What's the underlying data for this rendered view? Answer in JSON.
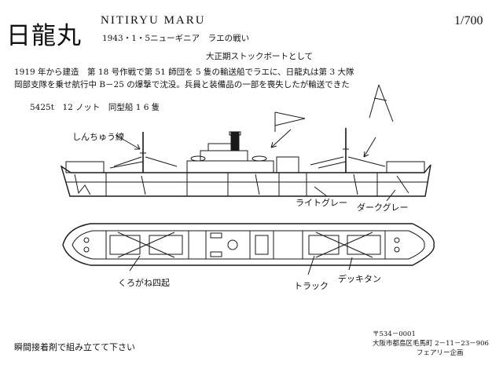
{
  "header": {
    "title_jp": "日龍丸",
    "title_en": "NITIRYU    MARU",
    "date_event": "1943・1・5ニューギニア　ラエの戦い",
    "scale": "1/700"
  },
  "description": {
    "heading": "大正期ストックボートとして",
    "line1": "1919 年から建造　第 18 号作戦で第 51 師団を 5 隻の輸送船でラエに、日龍丸は第 3 大隊",
    "line2": "岡部支隊を乗せ航行中 B－25 の爆撃で沈没。兵員と装備品の一部を喪失したが輸送できた"
  },
  "specs": "5425t　12 ノット　同型船 1 6 隻",
  "labels": {
    "shinchu": "しんちゅう線",
    "light_gray": "ライトグレー",
    "dark_gray": "ダークグレー",
    "kurogane": "くろがね四起",
    "truck": "トラック",
    "deck_tan": "デッキタン"
  },
  "footer": {
    "instruction": "瞬間接着剤で組み立てて下さい",
    "postal": "〒534－0001",
    "address": "大阪市都島区毛馬町 2－11－23－906",
    "maker": "フェアリー企画"
  },
  "colors": {
    "ink": "#1a1a1a",
    "paper": "#ffffff"
  }
}
